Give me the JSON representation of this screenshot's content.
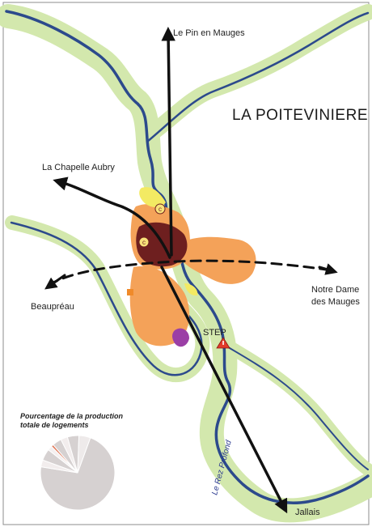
{
  "title": "LA POITEVINIERE",
  "places": {
    "north": "Le Pin en Mauges",
    "northwest": "La Chapelle Aubry",
    "west": "Beaupréau",
    "east_line1": "Notre Dame",
    "east_line2": "des Mauges",
    "southeast": "Jallais"
  },
  "facilities": {
    "step": "STEP"
  },
  "river_name": "Le Rez Profond",
  "legend": {
    "line1": "Pourcentage de la production",
    "line2": "totale de logements"
  },
  "pie": {
    "slices": [
      {
        "value": 0.72,
        "color": "#d6d1d1"
      },
      {
        "value": 0.03,
        "color": "#f2eded"
      },
      {
        "value": 0.05,
        "color": "#d6d1d1"
      },
      {
        "value": 0.02,
        "color": "#f4f0f0"
      },
      {
        "value": 0.01,
        "color": "#e07a5a"
      },
      {
        "value": 0.04,
        "color": "#d6d1d1"
      },
      {
        "value": 0.03,
        "color": "#f2eded"
      },
      {
        "value": 0.05,
        "color": "#d6d1d1"
      },
      {
        "value": 0.05,
        "color": "#eeeaea"
      }
    ]
  },
  "colors": {
    "river": "#2c4a8c",
    "valley": "#d3e8ad",
    "urban_old": "#6e1f1f",
    "urban_new": "#f4a259",
    "yellow_zone": "#f3ea63",
    "purple_zone": "#9b3fa6",
    "roads": "#111111"
  }
}
